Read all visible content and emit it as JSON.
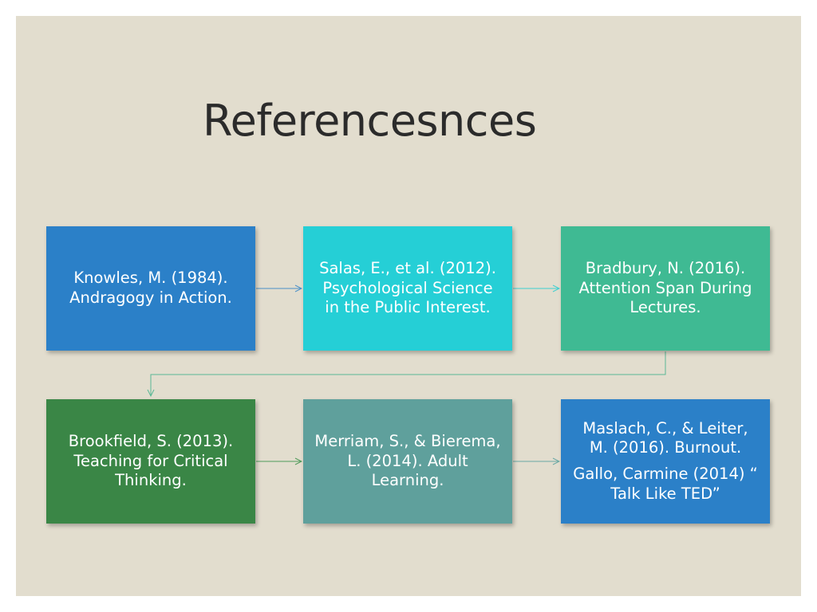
{
  "title": "Referencesnces",
  "colors": {
    "slide_background": "#e2ddce",
    "box1": "#2b80c8",
    "box2": "#25cfd6",
    "box3": "#3fba93",
    "box4": "#3a8646",
    "box5": "#5fa09c",
    "box6": "#2b80c8",
    "box1_arrow": "#4a90c8",
    "box2_arrow": "#3fcfd0",
    "box3_arrow": "#5bb896",
    "box4_arrow": "#4f9a5a",
    "box5_arrow": "#6aa8a4"
  },
  "references": [
    {
      "lines": [
        "Knowles, M. (1984). Andragogy in Action."
      ]
    },
    {
      "lines": [
        "Salas, E., et al. (2012). Psychological Science in the Public Interest."
      ]
    },
    {
      "lines": [
        "Bradbury, N. (2016). Attention Span During Lectures."
      ]
    },
    {
      "lines": [
        "Brookfield, S. (2013). Teaching for Critical Thinking."
      ]
    },
    {
      "lines": [
        "Merriam, S., & Bierema, L. (2014). Adult Learning."
      ]
    },
    {
      "lines": [
        "Maslach, C., & Leiter, M. (2016). Burnout.",
        "Gallo, Carmine (2014) “ Talk Like TED”"
      ]
    }
  ]
}
